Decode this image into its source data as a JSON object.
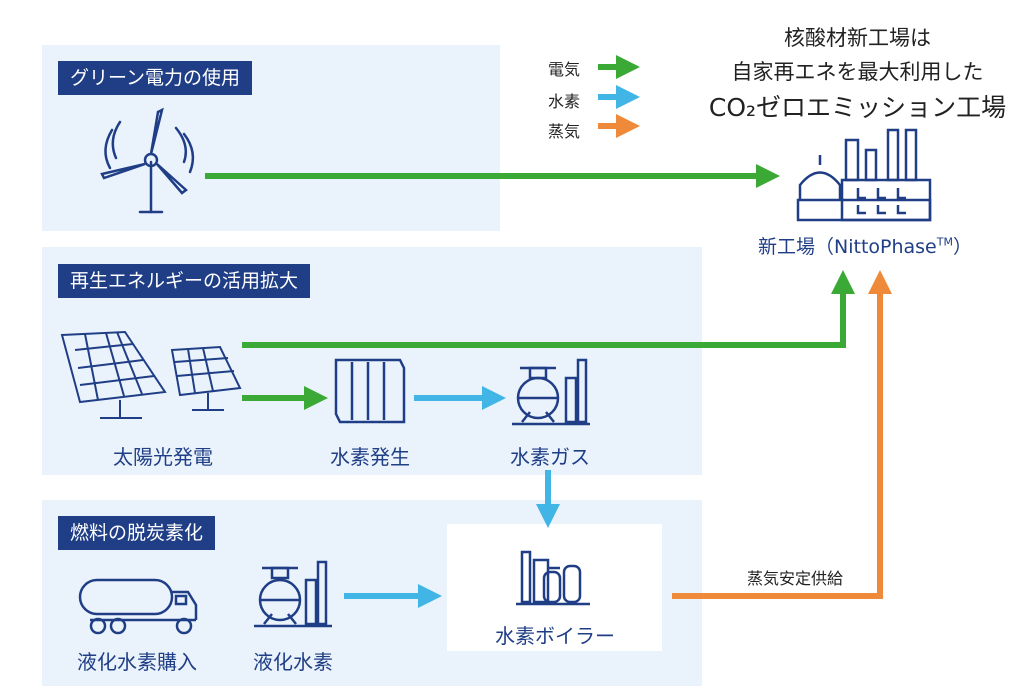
{
  "colors": {
    "electricity": "#3aa935",
    "hydrogen": "#41b6e6",
    "steam": "#ef8a3a",
    "navy": "#1f3e86",
    "panel": "#eaf3fb"
  },
  "legend": [
    {
      "label": "電気",
      "color": "#3aa935"
    },
    {
      "label": "水素",
      "color": "#41b6e6"
    },
    {
      "label": "蒸気",
      "color": "#ef8a3a"
    }
  ],
  "heading": {
    "line1": "核酸材新工場は",
    "line2": "自家再エネを最大利用した",
    "line3": "CO₂ゼロエミッション工場"
  },
  "factory": {
    "label": "新工場（NittoPhase",
    "tm": "TM",
    "close": "）",
    "icon": "factory-icon"
  },
  "sections": {
    "green_power": "グリーン電力の使用",
    "renewable": "再生エネルギーの活用拡大",
    "fuel": "燃料の脱炭素化"
  },
  "nodes": {
    "solar": "太陽光発電",
    "h2_gen": "水素発生",
    "h2_gas": "水素ガス",
    "liquid_buy": "液化水素購入",
    "liquid_h2": "液化水素",
    "boiler": "水素ボイラー",
    "steam_supply": "蒸気安定供給"
  }
}
